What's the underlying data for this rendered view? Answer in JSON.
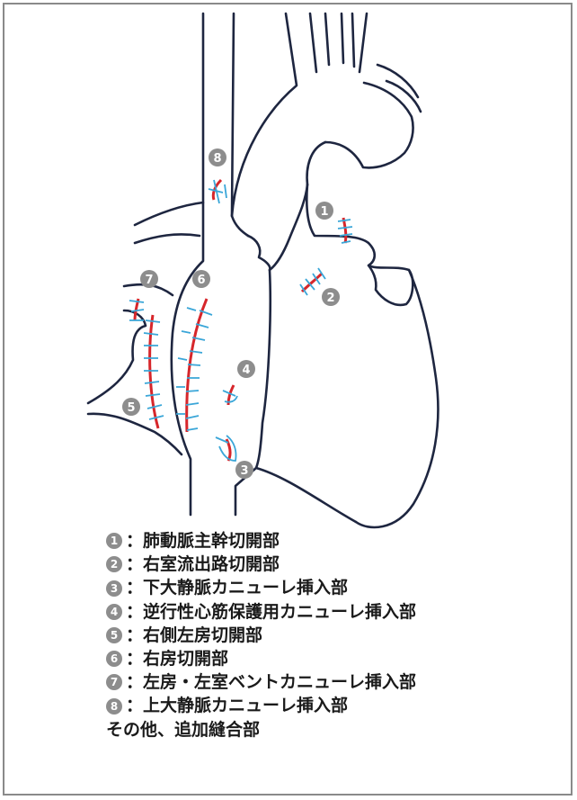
{
  "colors": {
    "outline": "#1e2640",
    "stitch": "#3aa6d8",
    "incision": "#d6262b",
    "badge": "#8d8d8d",
    "frame": "#8a8a8a"
  },
  "markers": [
    {
      "num": "1"
    },
    {
      "num": "2"
    },
    {
      "num": "3"
    },
    {
      "num": "4"
    },
    {
      "num": "5"
    },
    {
      "num": "6"
    },
    {
      "num": "7"
    },
    {
      "num": "8"
    }
  ],
  "legend": {
    "items": [
      {
        "num": "1",
        "text": "：肺動脈主幹切開部"
      },
      {
        "num": "2",
        "text": "：右室流出路切開部"
      },
      {
        "num": "3",
        "text": "：下大静脈カニューレ挿入部"
      },
      {
        "num": "4",
        "text": "：逆行性心筋保護用カニューレ挿入部"
      },
      {
        "num": "5",
        "text": "：右側左房切開部"
      },
      {
        "num": "6",
        "text": "：右房切開部"
      },
      {
        "num": "7",
        "text": "：左房・左室ベントカニューレ挿入部"
      },
      {
        "num": "8",
        "text": "：上大静脈カニューレ挿入部"
      }
    ],
    "other": "その他、追加縫合部"
  }
}
